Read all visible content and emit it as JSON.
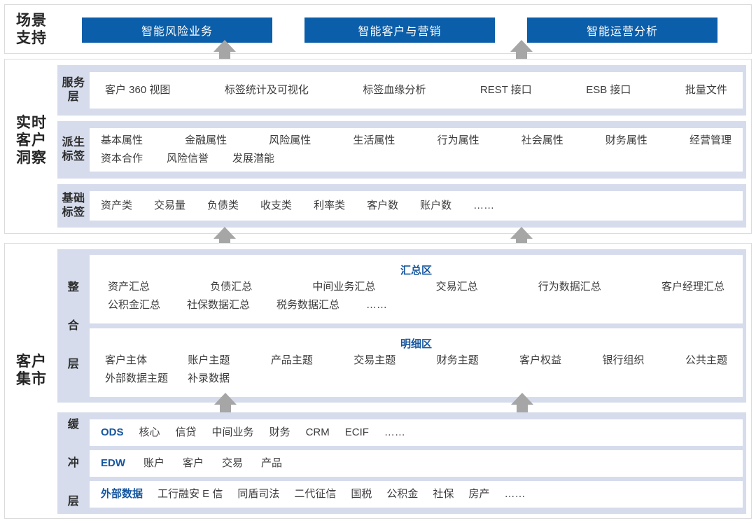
{
  "colors": {
    "accent_blue": "#0b5ea9",
    "band_blue_grey": "#d6dcec",
    "arrow_grey": "#a6a6a6",
    "panel_border": "#dcdcdc",
    "zone_title_blue": "#15569f",
    "text": "#3c3c3c"
  },
  "scene": {
    "group_label": "场景\n支持",
    "buttons": [
      {
        "label": "智能风险业务"
      },
      {
        "label": "智能客户与营销"
      },
      {
        "label": "智能运营分析"
      }
    ]
  },
  "insight": {
    "group_label": "实时\n客户\n洞察",
    "layers": [
      {
        "label": "服务\n层",
        "rows": [
          {
            "items": [
              "客户 360 视图",
              "标签统计及可视化",
              "标签血缘分析",
              "REST 接口",
              "ESB 接口",
              "批量文件"
            ]
          }
        ]
      },
      {
        "label": "派生\n标签",
        "rows": [
          {
            "items": [
              "基本属性",
              "金融属性",
              "风险属性",
              "生活属性",
              "行为属性",
              "社会属性",
              "财务属性",
              "经营管理"
            ]
          },
          {
            "items": [
              "资本合作",
              "风险信誉",
              "发展潜能"
            ]
          }
        ]
      },
      {
        "label": "基础\n标签",
        "rows": [
          {
            "items": [
              "资产类",
              "交易量",
              "负债类",
              "收支类",
              "利率类",
              "客户数",
              "账户数",
              "……"
            ]
          }
        ]
      }
    ]
  },
  "mart": {
    "group_label": "客户\n集市",
    "integration": {
      "label": "整\n合\n层",
      "zones": [
        {
          "title": "汇总区",
          "rows": [
            {
              "items": [
                "资产汇总",
                "负债汇总",
                "中间业务汇总",
                "交易汇总",
                "行为数据汇总",
                "客户经理汇总"
              ]
            },
            {
              "items": [
                "公积金汇总",
                "社保数据汇总",
                "税务数据汇总",
                "……"
              ]
            }
          ]
        },
        {
          "title": "明细区",
          "rows": [
            {
              "items": [
                "客户主体",
                "账户主题",
                "产品主题",
                "交易主题",
                "财务主题",
                "客户权益",
                "银行组织",
                "公共主题"
              ]
            },
            {
              "items": [
                "外部数据主题",
                "补录数据"
              ]
            }
          ]
        }
      ]
    },
    "buffer": {
      "label": "缓\n冲\n层",
      "rows": [
        {
          "lead": "ODS",
          "items": [
            "核心",
            "信贷",
            "中间业务",
            "财务",
            "CRM",
            "ECIF",
            "……"
          ]
        },
        {
          "lead": "EDW",
          "items": [
            "账户",
            "客户",
            "交易",
            "产品"
          ]
        },
        {
          "lead": "外部数据",
          "items": [
            "工行融安 E 信",
            "同盾司法",
            "二代征信",
            "国税",
            "公积金",
            "社保",
            "房产",
            "……"
          ]
        }
      ]
    }
  },
  "arrows": {
    "icon": "arrow-up-icon",
    "count": 6
  }
}
